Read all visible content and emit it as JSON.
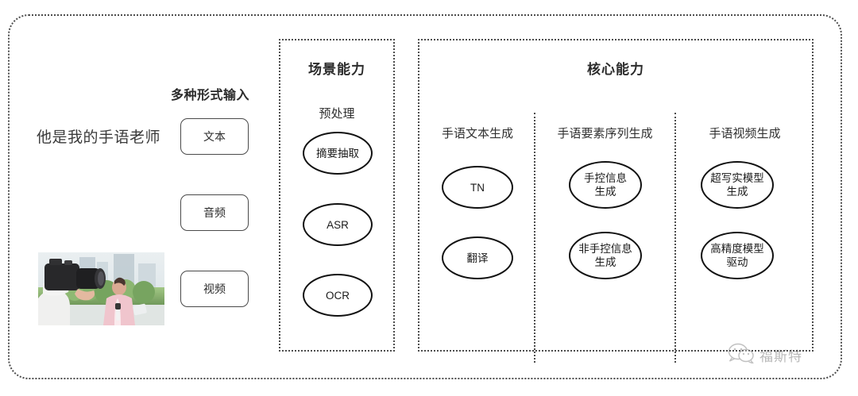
{
  "diagram": {
    "title_hidden": "",
    "outer_frame": {
      "style": "dotted-rounded"
    }
  },
  "input_section": {
    "heading": "多种形式输入",
    "sample_sentence": "他是我的手语老师",
    "modalities": [
      {
        "label": "文本",
        "media": "text"
      },
      {
        "label": "音频",
        "media": "waveform-image"
      },
      {
        "label": "视频",
        "media": "video-thumbnail"
      }
    ],
    "thumbnail_alt": "摄影师拍摄粉色外套记者出镜画面"
  },
  "scene_panel": {
    "title": "场景能力",
    "groups": [
      {
        "head": "预处理",
        "nodes": [
          "摘要抽取",
          "ASR",
          "OCR"
        ]
      }
    ]
  },
  "core_panel": {
    "title": "核心能力",
    "columns": [
      {
        "head": "手语文本生成",
        "nodes": [
          "TN",
          "翻译"
        ]
      },
      {
        "head": "手语要素序列生成",
        "nodes": [
          "手控信息\n生成",
          "非手控信息\n生成"
        ]
      },
      {
        "head": "手语视频生成",
        "nodes": [
          "超写实模型\n生成",
          "高精度模型\n驱动"
        ]
      }
    ]
  },
  "watermark": {
    "icon": "wechat-bubbles-icon",
    "label": "福斯特"
  },
  "colors": {
    "frame": "#4d4d4d",
    "node_stroke": "#111111",
    "text": "#2b2b2b",
    "sentence": "#3a3a3a",
    "background": "#ffffff"
  }
}
